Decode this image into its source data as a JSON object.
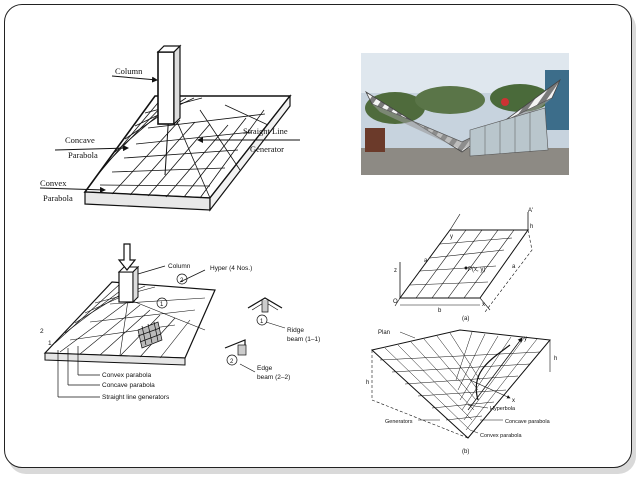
{
  "figure1": {
    "column": "Column",
    "concave_1": "Concave",
    "concave_2": "Parabola",
    "convex_1": "Convex",
    "convex_2": "Parabola",
    "straight_1": "Straight Line",
    "straight_2": "Generator"
  },
  "figure2": {
    "column": "Column",
    "hyper": "Hyper (4 Nos.)",
    "circle_2": "2",
    "circle_1": "1",
    "ridge_1": "Ridge",
    "ridge_2": "beam (1–1)",
    "edge_1": "Edge",
    "edge_2": "beam (2–2)",
    "convex": "Convex parabola",
    "concave": "Concave parabola",
    "straight": "Straight line generators",
    "num_2": "2",
    "num_1": "1",
    "circ_small_1": "1",
    "circ_small_2": "2"
  },
  "figure3": {
    "a_axis": "A'",
    "y_axis": "y",
    "z_axis": "z",
    "x_axis": "x",
    "origin": "O",
    "h": "h",
    "a1": "a",
    "a2": "a",
    "b": "b",
    "point": "P(x, y)",
    "caption": "(a)"
  },
  "figure4": {
    "plan": "Plan",
    "y": "y",
    "x": "x",
    "h1": "h",
    "h2": "h",
    "hyperbola": "Hyperbola",
    "generators": "Generators",
    "concave": "Concave parabola",
    "convex": "Convex parabola",
    "caption": "(b)"
  },
  "photo": {
    "description_icon": "hypar-canopy-photo"
  },
  "colors": {
    "ink": "#111111",
    "frame": "#222222",
    "sky": "#c9d4dd",
    "stripe": "#6e6e6e"
  }
}
